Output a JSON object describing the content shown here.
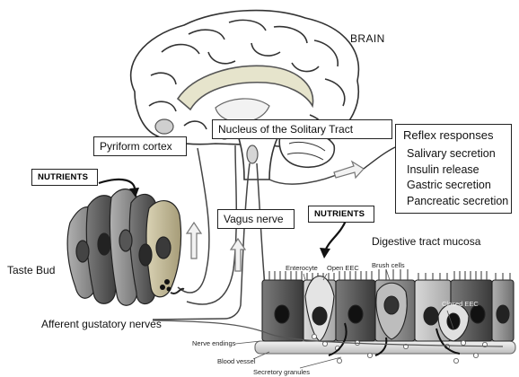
{
  "labels": {
    "brain": "BRAIN",
    "nucleus": "Nucleus of the Solitary Tract",
    "pyriform": "Pyriform cortex",
    "vagus": "Vagus nerve",
    "nutrients_taste": "NUTRIENTS",
    "nutrients_gut": "NUTRIENTS",
    "taste_bud": "Taste Bud",
    "afferent": "Afferent gustatory nerves",
    "digestive": "Digestive tract mucosa",
    "enterocyte": "Enterocyte",
    "open_eec": "Open EEC",
    "brush_cells": "Brush cells",
    "closed_eec": "Closed EEC",
    "nerve_endings": "Nerve endings",
    "blood_vessel": "Blood vessel",
    "secretory_granules": "Secretory granules"
  },
  "reflex": {
    "title": "Reflex responses",
    "items": [
      "Salivary secretion",
      "Insulin release",
      "Gastric secretion",
      "Pancreatic secretion"
    ]
  }
}
